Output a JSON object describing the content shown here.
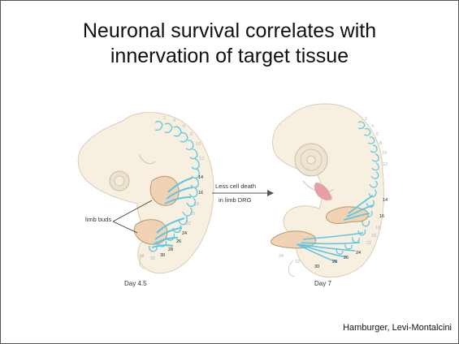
{
  "slide": {
    "title_line1": "Neuronal survival correlates with",
    "title_line2": "innervation of target tissue",
    "credit": "Hamburger, Levi-Montalcini"
  },
  "figure": {
    "arrow_label_line1": "Less cell death",
    "arrow_label_line2": "in limb DRG",
    "limb_buds_label": "limb buds",
    "left_caption": "Day 4.5",
    "right_caption": "Day 7",
    "left_segment_numbers": [
      "2",
      "4",
      "6",
      "8",
      "10",
      "12",
      "14",
      "16",
      "18",
      "20",
      "22",
      "24",
      "26",
      "28",
      "30",
      "32",
      "34"
    ],
    "right_segment_numbers": [
      "2",
      "4",
      "6",
      "8",
      "10",
      "12",
      "14",
      "16",
      "18",
      "20",
      "22",
      "24",
      "26",
      "28",
      "30",
      "32",
      "34"
    ]
  },
  "colors": {
    "embryo_fill": "#f7efdf",
    "embryo_outline": "#d8cdb6",
    "limb_fill": "#f2d2b4",
    "drg_blue": "#5cc7e6",
    "heart_pink": "#e6a0a4"
  }
}
